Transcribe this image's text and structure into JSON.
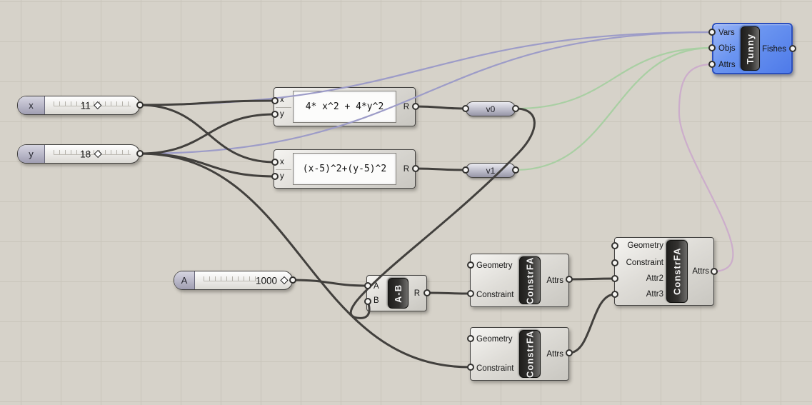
{
  "canvas": {
    "bg": "#d6d2c9",
    "grid": "#c8c4ba"
  },
  "colors": {
    "wire_dark": "#42403d",
    "wire_vars": "#9d9cc8",
    "wire_objs": "#a9cfa3",
    "wire_attrs": "#ccadcb"
  },
  "nodes": {
    "slider_x": {
      "label": "x",
      "value": "11"
    },
    "slider_y": {
      "label": "y",
      "value": "18"
    },
    "slider_a": {
      "label": "A",
      "value": "1000"
    },
    "expr1": {
      "inputs": [
        "x",
        "y"
      ],
      "expression": "4*  x^2 + 4*y^2",
      "output": "R"
    },
    "expr2": {
      "inputs": [
        "x",
        "y"
      ],
      "expression": "(x-5)^2+(y-5)^2",
      "output": "R"
    },
    "relay_v0": {
      "label": "v0"
    },
    "relay_v1": {
      "label": "v1"
    },
    "subtract": {
      "name": "A-B",
      "inputs": [
        "A",
        "B"
      ],
      "output": "R"
    },
    "constr1": {
      "name": "ConstrFA",
      "inputs": [
        "Geometry",
        "Constraint"
      ],
      "output": "Attrs"
    },
    "constr2": {
      "name": "ConstrFA",
      "inputs": [
        "Geometry",
        "Constraint"
      ],
      "output": "Attrs"
    },
    "constr3": {
      "name": "ConstrFA",
      "inputs": [
        "Geometry",
        "Constraint",
        "Attr2",
        "Attr3"
      ],
      "output": "Attrs"
    },
    "tunny": {
      "name": "Tunny",
      "inputs": [
        "Vars",
        "Objs",
        "Attrs"
      ],
      "output": "Fishes"
    }
  }
}
